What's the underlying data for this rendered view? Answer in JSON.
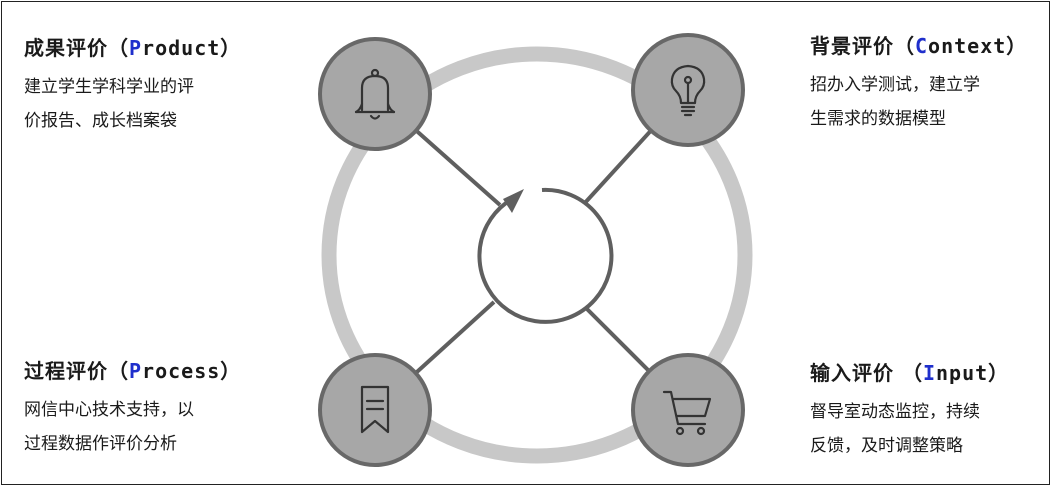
{
  "colors": {
    "ring": "#c8c8c8",
    "node_fill": "#a7a7a7",
    "node_stroke": "#686868",
    "connector": "#5f5f5f",
    "center_stroke": "#5f5f5f",
    "highlight_letter": "#1f2fcc",
    "text": "#1a1a1a"
  },
  "blocks": {
    "product": {
      "title_cn": "成果评价（",
      "title_letter": "P",
      "title_rest": "roduct）",
      "line1": "建立学生学科学业的评",
      "line2": "价报告、成长档案袋",
      "icon": "bell-icon"
    },
    "context": {
      "title_cn": "背景评价（",
      "title_letter": "C",
      "title_rest": "ontext）",
      "line1": "招办入学测试，建立学",
      "line2": "生需求的数据模型",
      "icon": "lightbulb-icon"
    },
    "process": {
      "title_cn": "过程评价（",
      "title_letter": "P",
      "title_rest": "rocess）",
      "line1": "网信中心技术支持，以",
      "line2": "过程数据作评价分析",
      "icon": "bookmark-icon"
    },
    "input": {
      "title_cn": "输入评价 （",
      "title_letter": "I",
      "title_rest": "nput）",
      "line1": "督导室动态监控，持续",
      "line2": "反馈，及时调整策略",
      "icon": "shopping-cart-icon"
    }
  }
}
